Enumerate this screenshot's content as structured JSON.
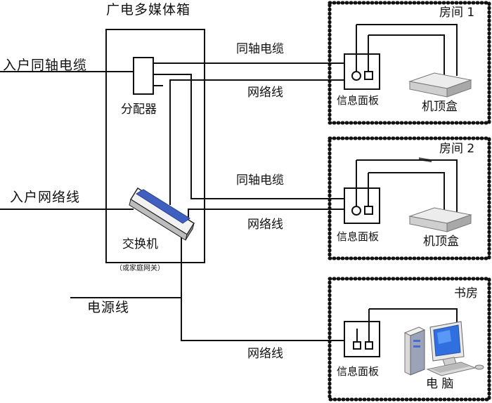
{
  "box": {
    "title": "广电多媒体箱"
  },
  "inputs": {
    "coax": "入户同轴电缆",
    "network": "入户网络线",
    "power": "电源线"
  },
  "splitter": {
    "label": "分配器"
  },
  "switch": {
    "label": "交换机",
    "note": "（或家庭网关）"
  },
  "cables": {
    "coax_1": "同轴电缆",
    "net_1": "网络线",
    "coax_2": "同轴电缆",
    "net_2": "网络线",
    "net_3": "网络线"
  },
  "rooms": [
    {
      "title": "房间 1",
      "panel": "信息面板",
      "device": "机顶盒",
      "device_icon": "set-top-box-icon"
    },
    {
      "title": "房间 2",
      "panel": "信息面板",
      "device": "机顶盒",
      "device_icon": "set-top-box-icon"
    },
    {
      "title": "书房",
      "panel": "信息面板",
      "device": "电 脑",
      "device_icon": "computer-icon"
    }
  ]
}
